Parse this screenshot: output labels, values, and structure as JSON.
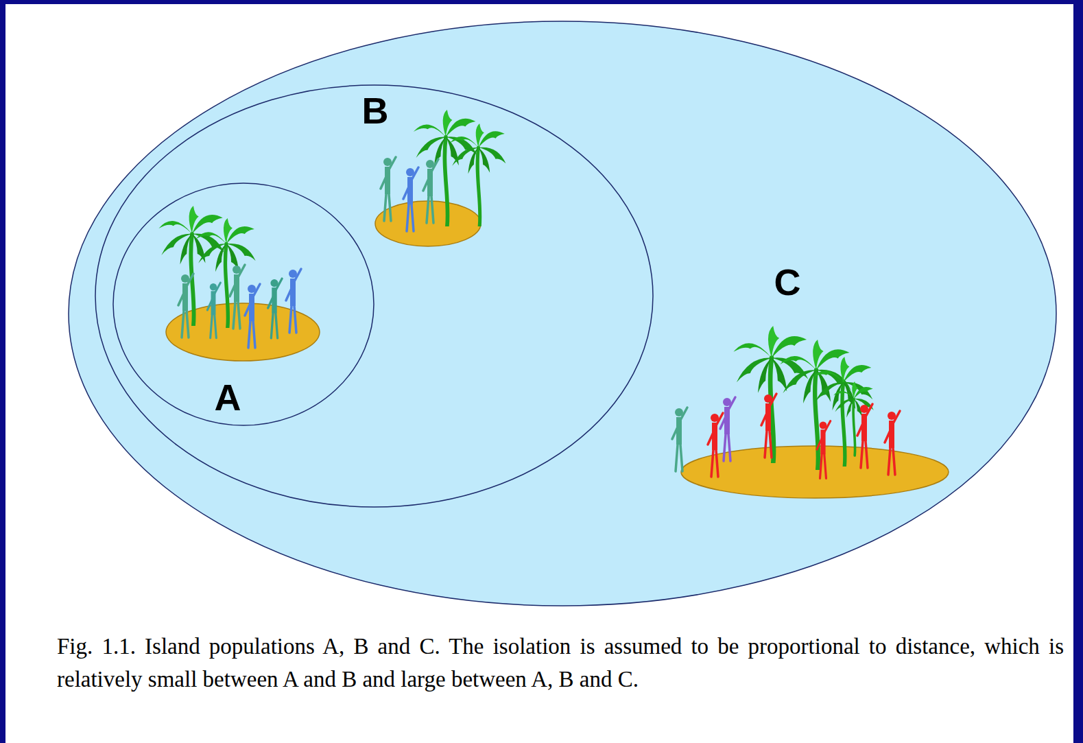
{
  "diagram": {
    "caption": "Fig. 1.1. Island populations A, B and C. The isolation is assumed to be proportional to distance, which is relatively small between A and B and large between A, B and C.",
    "nodes": [
      {
        "text": [
          "C"
        ]
      },
      {
        "text": [
          "B"
        ],
        "in": 0
      },
      {
        "text": [
          "A"
        ],
        "in": 1
      }
    ]
  }
}
